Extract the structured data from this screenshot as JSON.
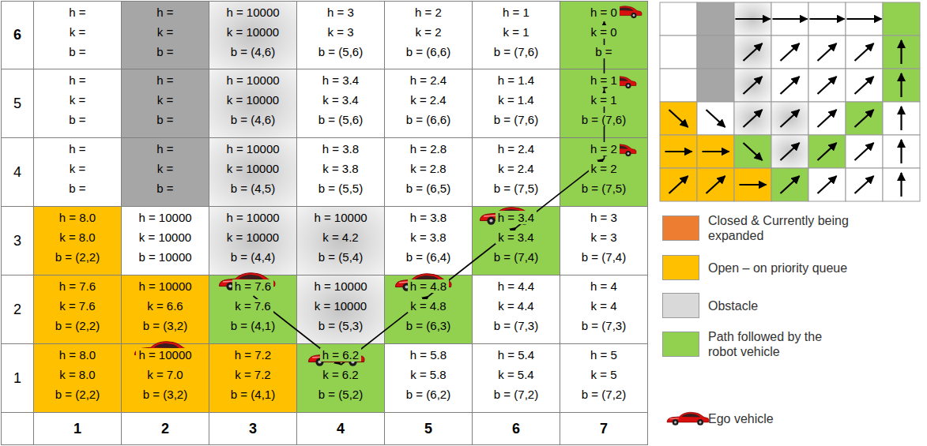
{
  "diagram": {
    "nodes": [
      {
        "text": [
          "h =",
          "k =",
          "b ="
        ]
      },
      {
        "text": [
          "h =",
          "k =",
          "b ="
        ]
      },
      {
        "text": [
          "h = 10000",
          "k = 10000",
          "b = (4,6)"
        ]
      },
      {
        "text": [
          "h = 3",
          "k = 3",
          "b = (5,6)"
        ]
      },
      {
        "text": [
          "h = 2",
          "k = 2",
          "b = (6,6)"
        ]
      },
      {
        "text": [
          "h = 1",
          "k = 1",
          "b = (7,6)"
        ]
      },
      {
        "text": [
          "h = 0",
          "k = 0",
          "b ="
        ]
      },
      {
        "text": [
          "h =",
          "k =",
          "b ="
        ]
      },
      {
        "text": [
          "h =",
          "k =",
          "b ="
        ]
      },
      {
        "text": [
          "h = 10000",
          "k = 10000",
          "b = (4,6)"
        ]
      },
      {
        "text": [
          "h = 3.4",
          "k = 3.4",
          "b = (5,6)"
        ]
      },
      {
        "text": [
          "h = 2.4",
          "k = 2.4",
          "b = (6,6)"
        ]
      },
      {
        "text": [
          "h = 1.4",
          "k = 1.4",
          "b = (7,6)"
        ]
      },
      {
        "text": [
          "h = 1",
          "k = 1",
          "b = (7,6)"
        ]
      },
      {
        "text": [
          "h =",
          "k =",
          "b ="
        ]
      },
      {
        "text": [
          "h =",
          "k =",
          "b ="
        ]
      },
      {
        "text": [
          "h = 10000",
          "k = 10000",
          "b = (4,5)"
        ]
      },
      {
        "text": [
          "h = 3.8",
          "k = 3.8",
          "b = (5,5)"
        ]
      },
      {
        "text": [
          "h = 2.8",
          "k = 2.8",
          "b = (6,5)"
        ]
      },
      {
        "text": [
          "h = 2.4",
          "k = 2.4",
          "b = (7,5)"
        ]
      },
      {
        "text": [
          "h = 2",
          "k = 2",
          "b = (7,5)"
        ]
      },
      {
        "text": [
          "h = 8.0",
          "k = 8.0",
          "b = (2,2)"
        ]
      },
      {
        "text": [
          "h = 10000",
          "k = 10000",
          "b = 10000"
        ]
      },
      {
        "text": [
          "h = 10000",
          "k = 10000",
          "b = (4,4)"
        ]
      },
      {
        "text": [
          "h = 10000",
          "k = 4.2",
          "b = (5,4)"
        ]
      },
      {
        "text": [
          "h = 3.8",
          "k = 3.8",
          "b = (6,4)"
        ]
      },
      {
        "text": [
          "h = 3.4",
          "k = 3.4",
          "b = (7,4)"
        ]
      },
      {
        "text": [
          "h = 3",
          "k = 3",
          "b = (7,4)"
        ]
      },
      {
        "text": [
          "h = 7.6",
          "k = 7.6",
          "b = (2,2)"
        ]
      },
      {
        "text": [
          "h = 10000",
          "k = 6.6",
          "b = (3,2)"
        ]
      },
      {
        "text": [
          "h = 7.6",
          "k = 7.6",
          "b = (4,1)"
        ]
      },
      {
        "text": [
          "h = 10000",
          "k = 10000",
          "b = (5,3)"
        ]
      },
      {
        "text": [
          "h = 4.8",
          "k = 4.8",
          "b = (6,3)"
        ]
      },
      {
        "text": [
          "h = 4.4",
          "k = 4.4",
          "b = (7,3)"
        ]
      },
      {
        "text": [
          "h = 4",
          "k = 4",
          "b = (7,3)"
        ]
      },
      {
        "text": [
          "h = 8.0",
          "k = 8.0",
          "b = (2,2)"
        ]
      },
      {
        "text": [
          "h = 10000",
          "k = 7.0",
          "b = (3,2)"
        ]
      },
      {
        "text": [
          "h = 7.2",
          "k = 7.2",
          "b = (4,1)"
        ]
      },
      {
        "text": [
          "h = 6.2",
          "k = 6.2",
          "b = (5,2)"
        ]
      },
      {
        "text": [
          "h = 5.8",
          "k = 5.8",
          "b = (6,2)"
        ]
      },
      {
        "text": [
          "h = 5.4",
          "k = 5.4",
          "b = (7,2)"
        ]
      },
      {
        "text": [
          "h = 5",
          "k = 5",
          "b = (7,2)"
        ]
      }
    ],
    "edges": [
      {
        "from": 30,
        "to": 38,
        "arrow": "to"
      },
      {
        "from": 38,
        "to": 32,
        "arrow": "to"
      },
      {
        "from": 32,
        "to": 26,
        "arrow": "to"
      },
      {
        "from": 26,
        "to": 20,
        "arrow": "to"
      },
      {
        "from": 20,
        "to": 13,
        "arrow": "to"
      },
      {
        "from": 13,
        "to": 6,
        "arrow": "to"
      }
    ],
    "labels": [
      "6",
      "5",
      "4",
      "3",
      "2",
      "1",
      "1",
      "2",
      "3",
      "4",
      "5",
      "6",
      "7"
    ],
    "legend": [
      {
        "text": "Closed & Currently being expanded",
        "color": "#ED7D31"
      },
      {
        "text": "Open – on priority queue",
        "color": "#FFC000"
      },
      {
        "text": "Obstacle",
        "color": "#D9D9D9"
      },
      {
        "text": "Path followed by the robot vehicle",
        "color": "#92D050"
      },
      {
        "text": "Ego vehicle"
      }
    ]
  }
}
